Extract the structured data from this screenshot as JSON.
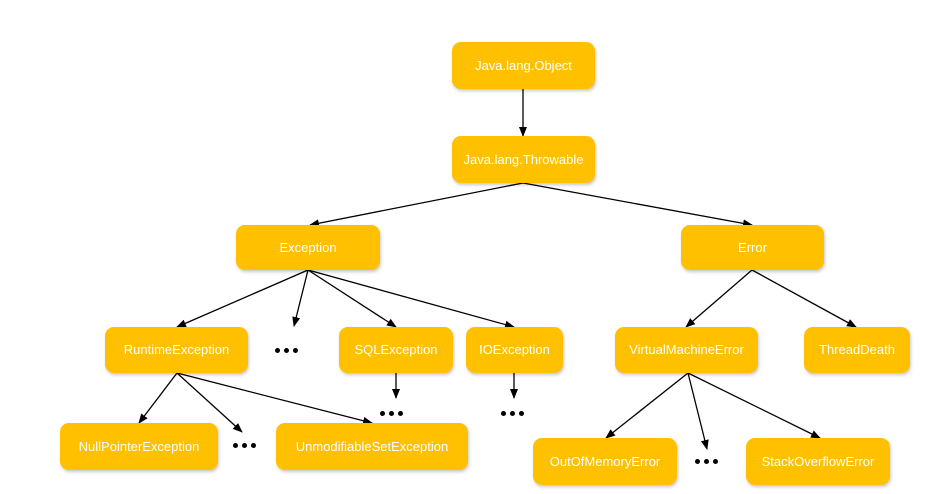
{
  "colors": {
    "node_fill": "#FFC000",
    "node_text": "#FFFFFF",
    "edge": "#000000"
  },
  "nodes": {
    "object": "Java.lang.Object",
    "throwable": "Java.lang.Throwable",
    "exception": "Exception",
    "error": "Error",
    "runtime_exception": "RuntimeException",
    "sql_exception": "SQLException",
    "io_exception": "IOException",
    "virtual_machine_error": "VirtualMachineError",
    "thread_death": "ThreadDeath",
    "null_pointer_exception": "NullPointerException",
    "unmodifiable_set_exception": "UnmodifiableSetException",
    "out_of_memory_error": "OutOfMemoryError",
    "stack_overflow_error": "StackOverflowError"
  },
  "edges": [
    [
      "object",
      "throwable"
    ],
    [
      "throwable",
      "exception"
    ],
    [
      "throwable",
      "error"
    ],
    [
      "exception",
      "runtime_exception"
    ],
    [
      "exception",
      "ellipsis_exception"
    ],
    [
      "exception",
      "sql_exception"
    ],
    [
      "exception",
      "io_exception"
    ],
    [
      "error",
      "virtual_machine_error"
    ],
    [
      "error",
      "thread_death"
    ],
    [
      "runtime_exception",
      "null_pointer_exception"
    ],
    [
      "runtime_exception",
      "ellipsis_runtime"
    ],
    [
      "runtime_exception",
      "unmodifiable_set_exception"
    ],
    [
      "sql_exception",
      "ellipsis_sql"
    ],
    [
      "io_exception",
      "ellipsis_io"
    ],
    [
      "virtual_machine_error",
      "out_of_memory_error"
    ],
    [
      "virtual_machine_error",
      "ellipsis_vm"
    ],
    [
      "virtual_machine_error",
      "stack_overflow_error"
    ]
  ]
}
